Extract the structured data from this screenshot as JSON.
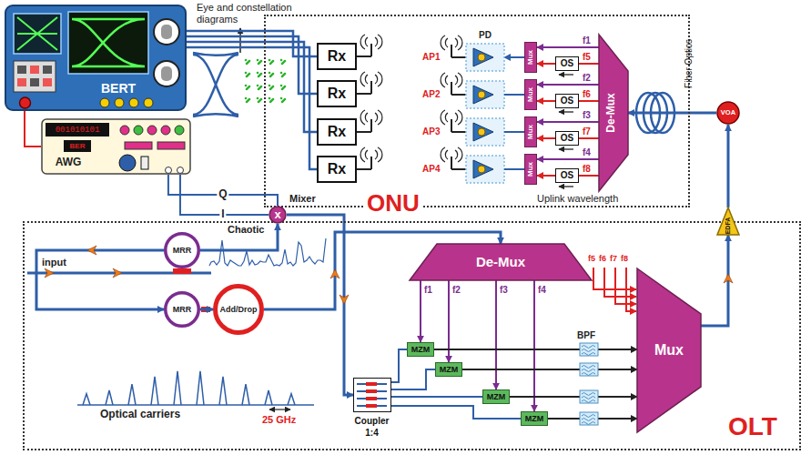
{
  "diagram": {
    "nodes": [
      {
        "text": [
          "ONU"
        ]
      },
      {
        "text": [
          "OLT"
        ]
      },
      {
        "text": [
          "BERT"
        ]
      },
      {
        "text": [
          "001010101",
          "BER",
          "AWG"
        ]
      },
      {
        "text": [
          "Rx"
        ],
        "in": 0
      },
      {
        "text": [
          "Rx"
        ],
        "in": 0
      },
      {
        "text": [
          "Rx"
        ],
        "in": 0
      },
      {
        "text": [
          "Rx"
        ],
        "in": 0
      },
      {
        "text": [
          "PD"
        ],
        "in": 0
      },
      {
        "text": [
          "Mux"
        ],
        "in": 0
      },
      {
        "text": [
          "Mux"
        ],
        "in": 0
      },
      {
        "text": [
          "Mux"
        ],
        "in": 0
      },
      {
        "text": [
          "Mux"
        ],
        "in": 0
      },
      {
        "text": [
          "OS"
        ],
        "in": 0
      },
      {
        "text": [
          "OS"
        ],
        "in": 0
      },
      {
        "text": [
          "OS"
        ],
        "in": 0
      },
      {
        "text": [
          "OS"
        ],
        "in": 0
      },
      {
        "text": [
          "De-Mux"
        ],
        "in": 0
      },
      {
        "text": [
          "VOA"
        ]
      },
      {
        "text": [
          "EDFA"
        ]
      },
      {
        "text": [
          "x"
        ]
      },
      {
        "text": [
          "MRR"
        ],
        "in": 1
      },
      {
        "text": [
          "MRR"
        ],
        "in": 1
      },
      {
        "text": [
          "Add/Drop"
        ],
        "in": 1
      },
      {
        "text": [
          "Coupler",
          "1:4"
        ],
        "in": 1
      },
      {
        "text": [
          "De-Mux"
        ],
        "in": 1
      },
      {
        "text": [
          "MZM"
        ],
        "in": 1
      },
      {
        "text": [
          "MZM"
        ],
        "in": 1
      },
      {
        "text": [
          "MZM"
        ],
        "in": 1
      },
      {
        "text": [
          "MZM"
        ],
        "in": 1
      },
      {
        "text": [
          "Mux"
        ],
        "in": 1
      }
    ],
    "edges": [
      {
        "from": 2,
        "to": 3,
        "arrow": "none"
      },
      {
        "from": 4,
        "to": 2,
        "arrow": "none"
      },
      {
        "from": 5,
        "to": 2,
        "arrow": "none"
      },
      {
        "from": 6,
        "to": 2,
        "arrow": "none"
      },
      {
        "from": 7,
        "to": 2,
        "arrow": "none"
      },
      {
        "from": 3,
        "to": 20,
        "label": "I",
        "arrow": "none"
      },
      {
        "from": 3,
        "to": 20,
        "label": "Q",
        "arrow": "none"
      },
      {
        "from": 17,
        "to": 9,
        "arrow": "to"
      },
      {
        "from": 17,
        "to": 10,
        "arrow": "to"
      },
      {
        "from": 17,
        "to": 11,
        "arrow": "to"
      },
      {
        "from": 17,
        "to": 12,
        "arrow": "to"
      },
      {
        "from": 17,
        "to": 13,
        "arrow": "none"
      },
      {
        "from": 17,
        "to": 14,
        "arrow": "none"
      },
      {
        "from": 17,
        "to": 15,
        "arrow": "none"
      },
      {
        "from": 17,
        "to": 16,
        "arrow": "none"
      },
      {
        "from": 13,
        "to": 9,
        "arrow": "to"
      },
      {
        "from": 14,
        "to": 10,
        "arrow": "to"
      },
      {
        "from": 15,
        "to": 11,
        "arrow": "to"
      },
      {
        "from": 16,
        "to": 12,
        "arrow": "to"
      },
      {
        "from": 9,
        "to": 8,
        "arrow": "to"
      },
      {
        "from": 21,
        "to": 20,
        "arrow": "to"
      },
      {
        "from": 20,
        "to": 24,
        "arrow": "to"
      },
      {
        "from": 21,
        "to": 22,
        "arrow": "to"
      },
      {
        "from": 22,
        "to": 23,
        "arrow": "to"
      },
      {
        "from": 23,
        "to": 25,
        "arrow": "to"
      },
      {
        "from": 25,
        "to": 26,
        "arrow": "to"
      },
      {
        "from": 25,
        "to": 27,
        "arrow": "to"
      },
      {
        "from": 25,
        "to": 28,
        "arrow": "to"
      },
      {
        "from": 25,
        "to": 29,
        "arrow": "to"
      },
      {
        "from": 24,
        "to": 26,
        "arrow": "none"
      },
      {
        "from": 24,
        "to": 27,
        "arrow": "none"
      },
      {
        "from": 24,
        "to": 28,
        "arrow": "none"
      },
      {
        "from": 24,
        "to": 29,
        "arrow": "none"
      },
      {
        "from": 26,
        "to": 30,
        "arrow": "to"
      },
      {
        "from": 27,
        "to": 30,
        "arrow": "to"
      },
      {
        "from": 28,
        "to": 30,
        "arrow": "to"
      },
      {
        "from": 29,
        "to": 30,
        "arrow": "to"
      },
      {
        "from": 30,
        "to": 19,
        "arrow": "to"
      },
      {
        "from": 19,
        "to": 18,
        "arrow": "to"
      },
      {
        "from": 18,
        "to": 17,
        "arrow": "to"
      }
    ],
    "labels": [
      "Eye and constellation diagrams",
      "AP1",
      "AP2",
      "AP3",
      "AP4",
      "f1",
      "f5",
      "f2",
      "f6",
      "f3",
      "f7",
      "f4",
      "f8",
      "Fiber Optics",
      "Uplink wavelength",
      "Mixer",
      "Chaotic",
      "input",
      "Optical carriers",
      "25 GHz",
      "f1",
      "f2",
      "f3",
      "f4",
      "BPF",
      "f5",
      "f6",
      "f7",
      "f8"
    ]
  }
}
